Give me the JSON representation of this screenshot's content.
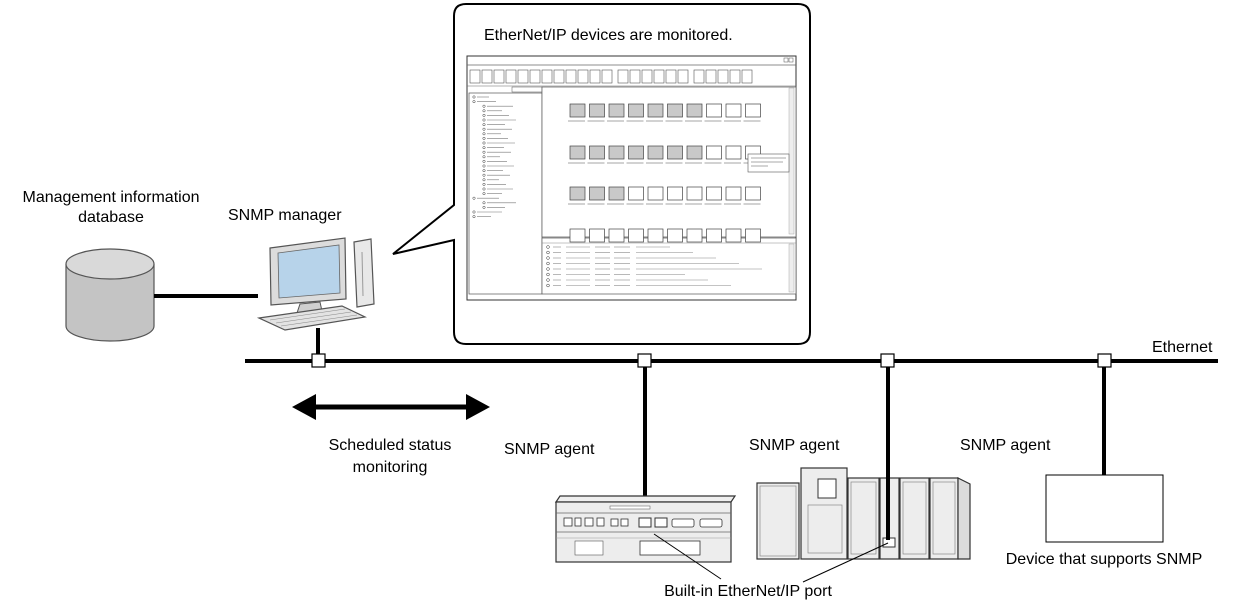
{
  "labels": {
    "callout_title": "EtherNet/IP devices are monitored.",
    "mib_line1": "Management information",
    "mib_line2": "database",
    "manager": "SNMP manager",
    "ethernet": "Ethernet",
    "agent1": "SNMP agent",
    "agent2": "SNMP agent",
    "agent3": "SNMP agent",
    "monitoring_line1": "Scheduled status",
    "monitoring_line2": "monitoring",
    "device": "Device that supports SNMP",
    "port": "Built-in EtherNet/IP port"
  },
  "colors": {
    "line": "#000000",
    "device_grey": "#e6e6e6",
    "screen_blue": "#b7d3ea",
    "tile_grey": "#c9c9c9"
  }
}
